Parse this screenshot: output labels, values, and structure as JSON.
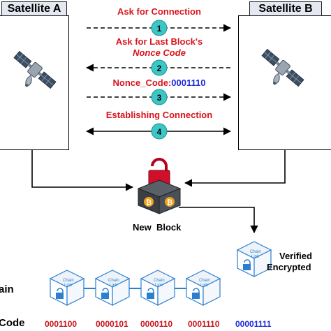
{
  "satellite_a": {
    "label": "Satellite A"
  },
  "satellite_b": {
    "label": "Satellite B"
  },
  "messages": {
    "step1": {
      "number": "1",
      "text": "Ask for Connection"
    },
    "step2": {
      "number": "2",
      "line1": "Ask for Last Block's",
      "line2": "Nonce Code"
    },
    "step3": {
      "number": "3",
      "prefix": "Nonce_Code:",
      "value": "0001110"
    },
    "step4": {
      "number": "4",
      "text": "Establishing Connection"
    }
  },
  "new_block": {
    "label": "New  Block"
  },
  "verified": {
    "line1": "Verified",
    "line2": "Encrypted"
  },
  "left_labels": {
    "chain": "ain",
    "code": "Code"
  },
  "block_text": {
    "line1": "Chain",
    "line2": "Link"
  },
  "codes": [
    "0001100",
    "0000101",
    "0000110",
    "0001110",
    "00001111"
  ],
  "colors": {
    "message_red": "#d9141c",
    "code_blue": "#1a2ad8",
    "circle_teal": "#3cc6c6",
    "cube_blue": "#2a7fd0"
  }
}
